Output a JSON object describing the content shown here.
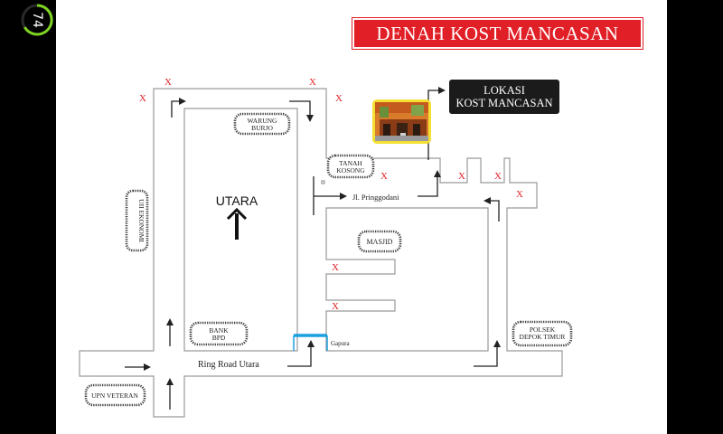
{
  "title": "DENAH KOST MANCASAN",
  "page_counter": "74",
  "location": {
    "line1": "LOKASI",
    "line2": "KOST MANCASAN"
  },
  "landmarks": {
    "warung_burjo": [
      "WARUNG",
      "BURJO"
    ],
    "tanah_kosong": [
      "TANAH",
      "KOSONG"
    ],
    "uii_ekonomi": "UII EKONOMI",
    "masjid": "MASJID",
    "bank_bpd": [
      "BANK",
      "BPD"
    ],
    "polsek": [
      "POLSEK",
      "DEPOK TIMUR"
    ],
    "upn_veteran": "UPN VETERAN"
  },
  "labels": {
    "utara": "UTARA",
    "jl_pringgodani": "Jl. Pringgodani",
    "ring_road": "Ring Road Utara",
    "gapura": "Gapura"
  },
  "x_mark": "X",
  "colors": {
    "banner": "#e11f26",
    "x_mark": "#e11f26",
    "gapura_line": "#1aa0e0",
    "counter_ring": "#7ed321"
  }
}
